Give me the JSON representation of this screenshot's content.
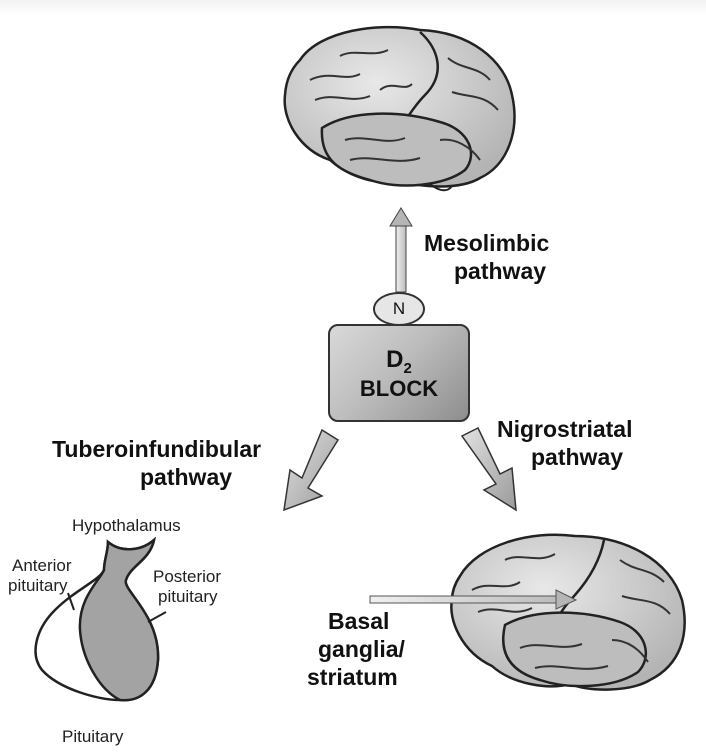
{
  "labels": {
    "mesolimbic": "Mesolimbic",
    "mesolimbic_2": "pathway",
    "n_node": "N",
    "block_d": "D",
    "block_sub": "2",
    "block_word": "BLOCK",
    "tuberoinfundibular": "Tuberoinfundibular",
    "tuberoinfundibular_2": "pathway",
    "nigrostriatal": "Nigrostriatal",
    "nigrostriatal_2": "pathway",
    "hypothalamus": "Hypothalamus",
    "anterior": "Anterior",
    "anterior_2": "pituitary",
    "posterior": "Posterior",
    "posterior_2": "pituitary",
    "pituitary": "Pituitary",
    "basal": "Basal",
    "basal_2": "ganglia/",
    "basal_3": "striatum"
  },
  "colors": {
    "arrow_fill": "#c4c4c4",
    "brain_fill": "#cfcfcf",
    "brain_shadow": "#a8a8a8",
    "outline": "#222222",
    "gland_fill": "#a3a3a3"
  }
}
